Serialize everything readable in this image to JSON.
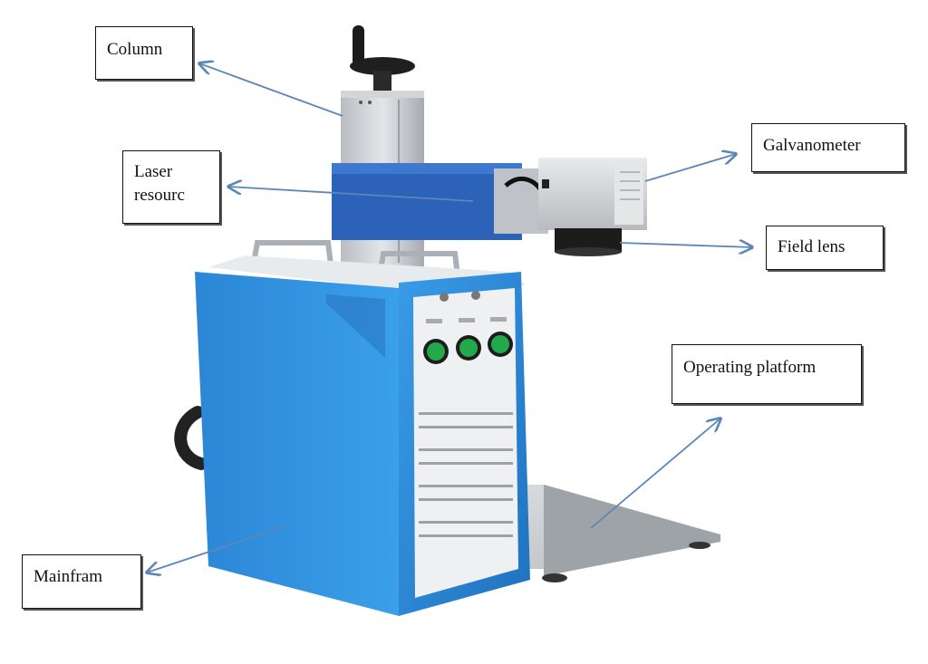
{
  "labels": {
    "column": "Column",
    "laser_line1": "Laser",
    "laser_line2": "resourc",
    "galvanometer": "Galvanometer",
    "field_lens": "Field lens",
    "operating_platform": "Operating platform",
    "mainframe": "Mainfram"
  },
  "colors": {
    "cabinet_blue": "#2e8fde",
    "cabinet_blue_dark": "#1f6fb8",
    "front_panel": "#eef0f2",
    "button_green": "#22a94a",
    "metal": "#c8ccd0",
    "arrow": "#5b87b8"
  },
  "icons": {
    "buttons": "green-push-button-icon",
    "handle": "crank-handle-icon"
  }
}
